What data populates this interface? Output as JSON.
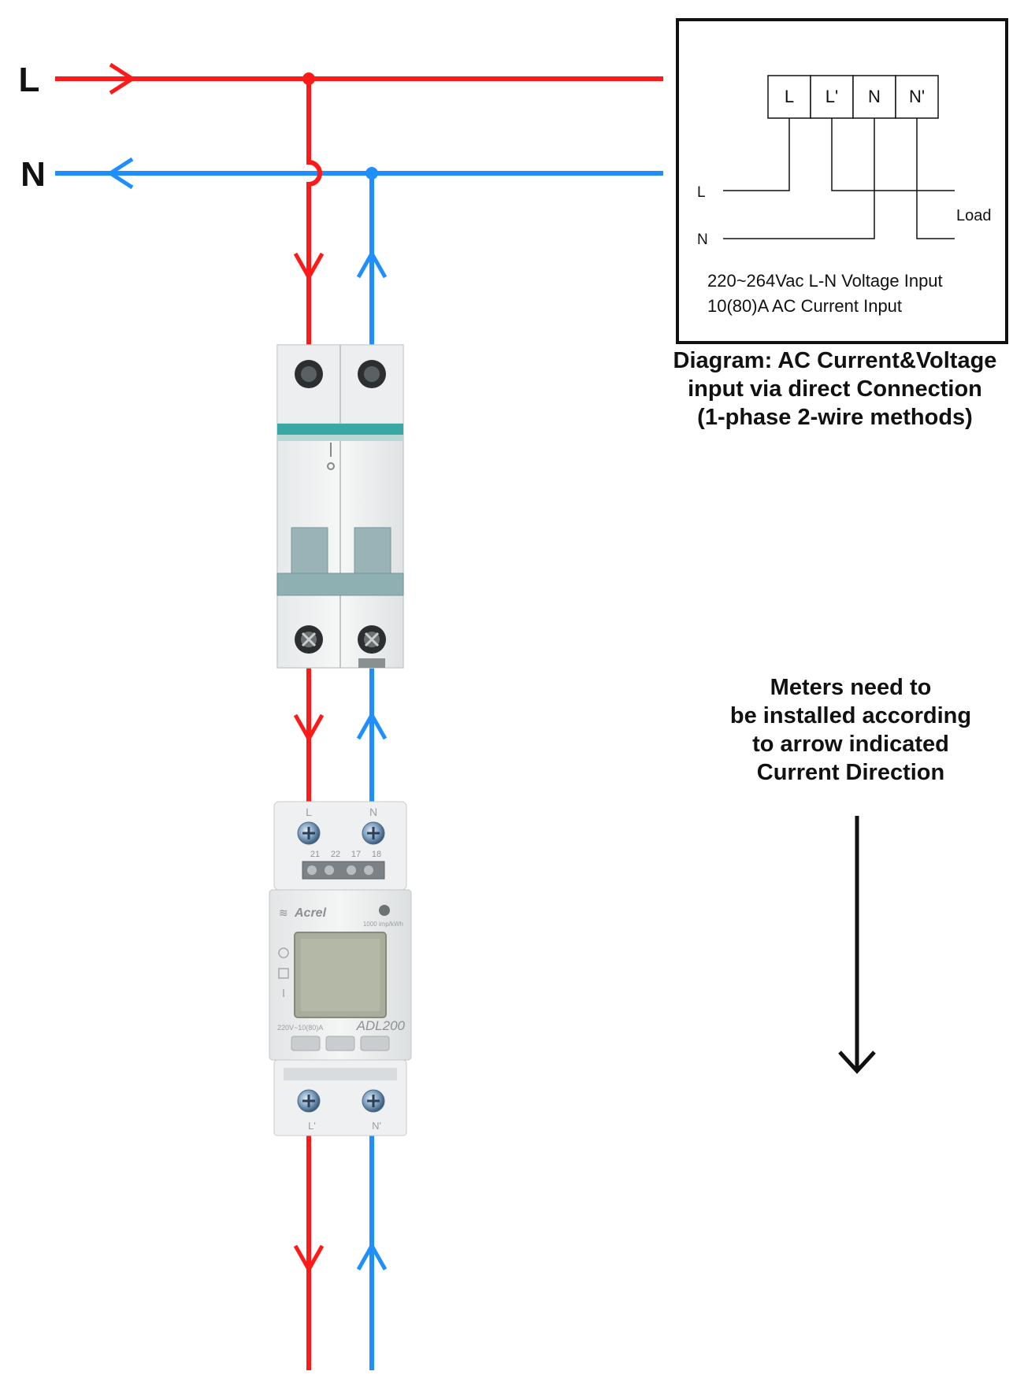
{
  "lines": {
    "live_label": "L",
    "neutral_label": "N",
    "colors": {
      "live": "#ff1a1a",
      "neutral": "#1f8fff",
      "black": "#111111"
    }
  },
  "wiring_box": {
    "terminals": [
      "L",
      "L'",
      "N",
      "N'"
    ],
    "left_label_live": "L",
    "left_label_neutral": "N",
    "load_label": "Load",
    "spec_line_1": "220~264Vac L-N Voltage Input",
    "spec_line_2": "10(80)A AC Current Input"
  },
  "caption": {
    "line_1": "Diagram: AC Current&Voltage",
    "line_2": "input via direct Connection",
    "line_3": "(1-phase 2-wire methods)"
  },
  "note": {
    "line_1": "Meters need to",
    "line_2": "be installed according",
    "line_3": "to arrow indicated",
    "line_4": "Current Direction"
  },
  "meter": {
    "brand": "Acrel",
    "model": "ADL200",
    "rating": "220V~10(80)A",
    "pulse_constant": "1000 imp/kWh",
    "top_terminal_live": "L",
    "top_terminal_neutral": "N",
    "bottom_terminal_live": "L'",
    "bottom_terminal_neutral": "N'",
    "aux_terminal_numbers": [
      "21",
      "22",
      "17",
      "18"
    ]
  },
  "breaker": {
    "switch_marks": [
      "I",
      "O"
    ]
  },
  "icons": [
    "current-direction-arrow-icon",
    "junction-dot-icon",
    "terminal-screw-icon"
  ]
}
